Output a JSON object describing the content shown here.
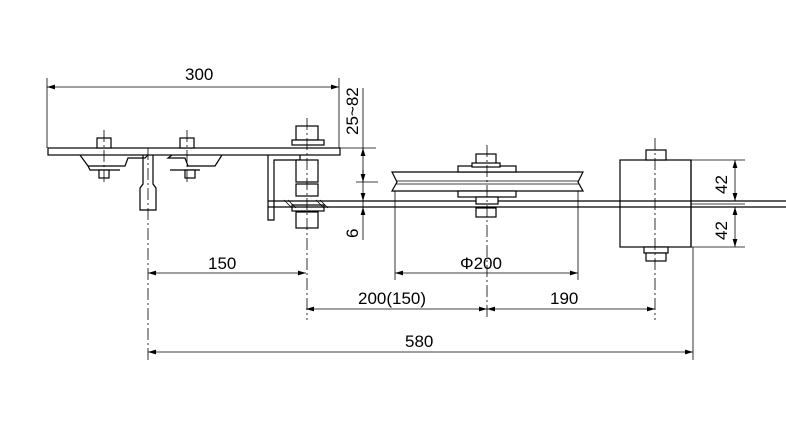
{
  "dimensions": {
    "top_width": "300",
    "adjust_height": "25~82",
    "rail_thickness": "6",
    "mount_to_bolt": "150",
    "pulley_diameter": "Φ200",
    "bolt_to_pulley": "200(150)",
    "pulley_to_block": "190",
    "overall_length": "580",
    "block_upper": "42",
    "block_lower": "42"
  }
}
